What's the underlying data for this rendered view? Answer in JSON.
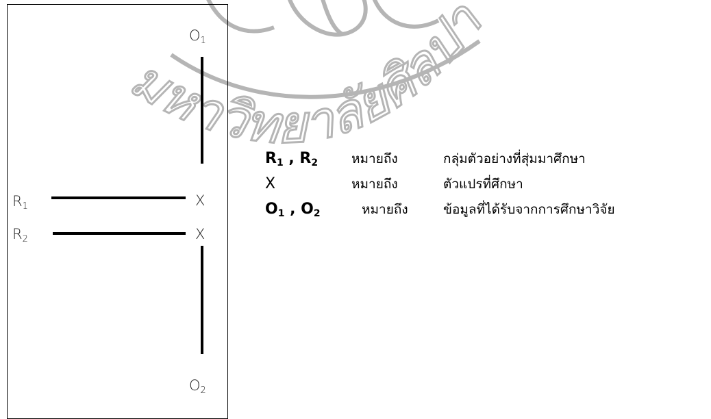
{
  "watermark": {
    "text": "มหาวิทยาลัยศิลปากร",
    "color": "#b5b5b5"
  },
  "diagram": {
    "nodes": {
      "o1": {
        "letter": "O",
        "sub": "1"
      },
      "o2": {
        "letter": "O",
        "sub": "2"
      },
      "r1": {
        "letter": "R",
        "sub": "1"
      },
      "r2": {
        "letter": "R",
        "sub": "2"
      },
      "x1": {
        "letter": "X"
      },
      "x2": {
        "letter": "X"
      }
    }
  },
  "legend": [
    {
      "symbol_a": "R",
      "sub_a": "1",
      "sep": " , ",
      "symbol_b": "R",
      "sub_b": "2",
      "meaning": "หมายถึง",
      "description": "กลุ่มตัวอย่างที่สุ่มมาศึกษา"
    },
    {
      "symbol_a": "X",
      "meaning": "หมายถึง",
      "description": "ตัวแปรที่ศึกษา"
    },
    {
      "symbol_a": "O",
      "sub_a": "1",
      "sep": " , ",
      "symbol_b": "O",
      "sub_b": "2",
      "meaning": "หมายถึง",
      "description": "ข้อมูลที่ได้รับจากการศึกษาวิจัย"
    }
  ]
}
